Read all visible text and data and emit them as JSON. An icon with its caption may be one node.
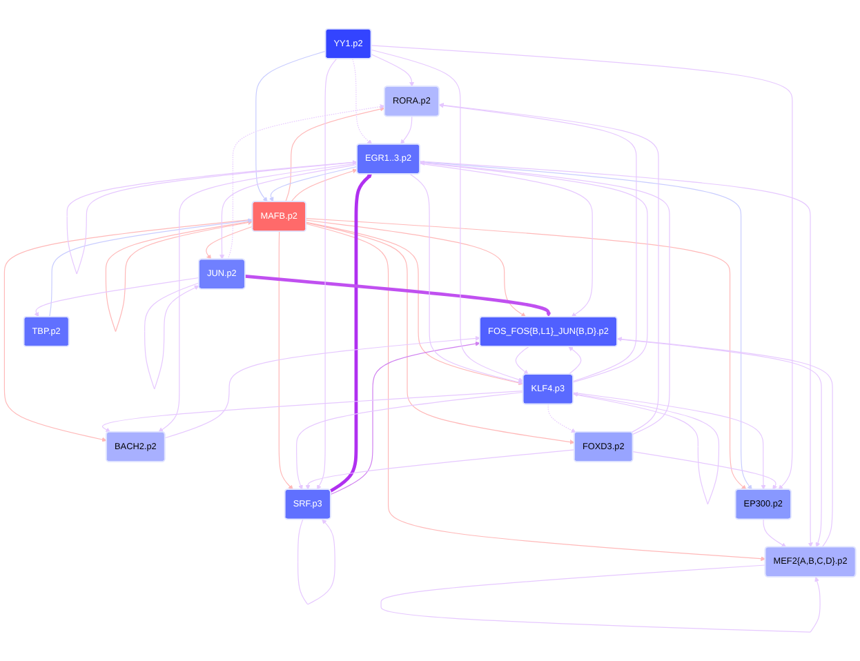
{
  "diagram": {
    "nodes": [
      {
        "text": [
          "RORA.p2"
        ]
      },
      {
        "text": [
          "SRF.p3"
        ]
      },
      {
        "text": [
          "JUN.p2"
        ]
      },
      {
        "text": [
          "EP300.p2"
        ]
      },
      {
        "text": [
          "FOS_FOS{B,L1}_JUN{B,D}.p2"
        ]
      },
      {
        "text": [
          "MEF2{A,B,C,D}.p2"
        ]
      },
      {
        "text": [
          "MAFB.p2"
        ]
      },
      {
        "text": [
          "BACH2.p2"
        ]
      },
      {
        "text": [
          "TBP.p2"
        ]
      },
      {
        "text": [
          "KLF4.p3"
        ]
      },
      {
        "text": [
          "EGR1..3.p2"
        ]
      },
      {
        "text": [
          "FOXD3.p2"
        ]
      },
      {
        "text": [
          "YY1.p2"
        ]
      }
    ],
    "edges": [
      {
        "from": 6,
        "to": 4,
        "arrow": "to",
        "color": "#ffb8b8"
      },
      {
        "from": 6,
        "to": 0,
        "arrow": "to",
        "color": "#ffb8b8"
      },
      {
        "from": 6,
        "to": 1,
        "arrow": "to",
        "color": "#ffb8b8"
      },
      {
        "from": 6,
        "to": 3,
        "arrow": "to",
        "color": "#ffb8b8"
      },
      {
        "from": 6,
        "to": 5,
        "arrow": "to",
        "color": "#ffb8b8"
      },
      {
        "from": 6,
        "to": 7,
        "arrow": "to",
        "color": "#ffb8b8"
      },
      {
        "from": 6,
        "to": 9,
        "arrow": "to",
        "color": "#ffb8b8"
      },
      {
        "from": 6,
        "to": 11,
        "arrow": "to",
        "color": "#ffb8b8"
      },
      {
        "from": 6,
        "to": 10,
        "arrow": "to",
        "color": "#ffb8b8"
      },
      {
        "from": 6,
        "to": 2,
        "arrow": "to",
        "color": "#ffb8b8"
      },
      {
        "from": 6,
        "to": 6,
        "arrow": "to",
        "color": "#ffb8b8"
      },
      {
        "from": 8,
        "to": 6,
        "arrow": "to",
        "color": "#c8ccff"
      },
      {
        "from": 12,
        "to": 6,
        "arrow": "to",
        "color": "#c8ccff"
      },
      {
        "from": 10,
        "to": 6,
        "arrow": "to",
        "color": "#c8ccff"
      },
      {
        "from": 10,
        "to": 3,
        "arrow": "to",
        "color": "#c8ccff"
      },
      {
        "from": 1,
        "to": 10,
        "arrow": "to",
        "style": "thick",
        "color": "#b030f0"
      },
      {
        "from": 2,
        "to": 4,
        "arrow": "to",
        "style": "thick",
        "color": "#c050f0"
      },
      {
        "from": 1,
        "to": 4,
        "arrow": "to",
        "color": "#d080f0"
      },
      {
        "from": 2,
        "to": 2,
        "arrow": "to"
      },
      {
        "from": 1,
        "to": 1,
        "arrow": "to"
      },
      {
        "from": 5,
        "to": 5,
        "arrow": "to"
      },
      {
        "from": 10,
        "to": 10,
        "arrow": "to"
      },
      {
        "from": 9,
        "to": 9,
        "arrow": "to"
      },
      {
        "from": 2,
        "to": 0,
        "arrow": "to",
        "style": "dashed"
      },
      {
        "from": 3,
        "to": 5,
        "arrow": "to"
      },
      {
        "from": 9,
        "to": 7,
        "arrow": "to"
      },
      {
        "from": 7,
        "to": 4,
        "arrow": "to"
      },
      {
        "from": 9,
        "to": 4,
        "arrow": "to"
      },
      {
        "from": 10,
        "to": 4,
        "arrow": "to"
      },
      {
        "from": 10,
        "to": 2,
        "arrow": "to"
      },
      {
        "from": 12,
        "to": 10,
        "arrow": "to",
        "style": "dashed"
      },
      {
        "from": 9,
        "to": 11,
        "arrow": "to",
        "style": "dashed"
      },
      {
        "from": 9,
        "to": 0,
        "arrow": "to"
      },
      {
        "from": 9,
        "to": 1,
        "arrow": "to"
      },
      {
        "from": 9,
        "to": 3,
        "arrow": "to"
      },
      {
        "from": 11,
        "to": 0,
        "arrow": "to"
      },
      {
        "from": 11,
        "to": 1,
        "arrow": "to"
      },
      {
        "from": 11,
        "to": 3,
        "arrow": "to"
      },
      {
        "from": 12,
        "to": 0,
        "arrow": "to"
      },
      {
        "from": 12,
        "to": 1,
        "arrow": "to"
      },
      {
        "from": 12,
        "to": 3,
        "arrow": "to"
      },
      {
        "from": 10,
        "to": 5,
        "arrow": "to"
      },
      {
        "from": 11,
        "to": 10,
        "arrow": "to"
      },
      {
        "from": 9,
        "to": 10,
        "arrow": "to"
      },
      {
        "from": 10,
        "to": 9,
        "arrow": "to"
      },
      {
        "from": 12,
        "to": 9,
        "arrow": "to"
      },
      {
        "from": 4,
        "to": 9,
        "arrow": "to"
      },
      {
        "from": 10,
        "to": 7,
        "arrow": "to"
      },
      {
        "from": 5,
        "to": 4,
        "arrow": "to"
      },
      {
        "from": 2,
        "to": 8,
        "arrow": "to"
      },
      {
        "from": 0,
        "to": 10,
        "arrow": "to"
      },
      {
        "from": 4,
        "to": 5,
        "arrow": "to"
      }
    ]
  }
}
